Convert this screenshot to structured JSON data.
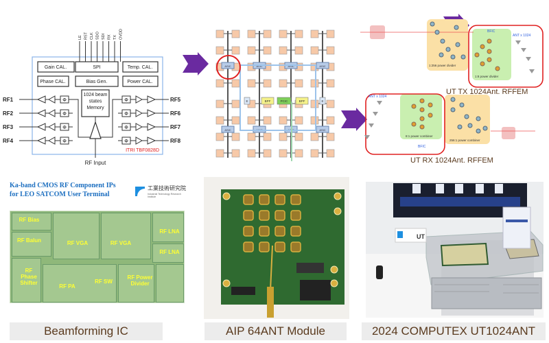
{
  "beamforming_ic_diagram": {
    "spi_pins": [
      "LE",
      "RST",
      "CLK",
      "SDO",
      "SDI",
      "RX",
      "TX",
      "OVDD"
    ],
    "blocks": {
      "gain_cal": "Gain CAL.",
      "spi": "SPI",
      "temp_cal": "Temp. CAL.",
      "phase_cal": "Phase CAL.",
      "bias_gen": "Bias Gen.",
      "power_cal": "Power CAL.",
      "memory": [
        "1024 beam",
        "states",
        "Memory"
      ]
    },
    "left_ports": [
      "RF1",
      "RF2",
      "RF3",
      "RF4"
    ],
    "right_ports": [
      "RF5",
      "RF6",
      "RF7",
      "RF8"
    ],
    "phase_symbol": "Φ",
    "part_number": "ITRI TBF0828D",
    "input_label": "RF Input"
  },
  "antenna_array_diagram": {
    "ic_label": "ASIC",
    "bpf_label": "BPF",
    "pcic_label": "PCIC",
    "e_label": "E"
  },
  "rffem_diagram": {
    "tx_title": "UT TX 1024Ant. RFFEM",
    "rx_title": "UT RX 1024Ant. RFFEM",
    "ant_label": "ANT x 1024",
    "bfic_label": "BFIC",
    "tx_divider_large": "1:256 power divider",
    "tx_divider_small": "1:8 power divider",
    "rx_combiner_small": "8:1 power combiner",
    "rx_combiner_large": "256:1 power combiner"
  },
  "chip_photo": {
    "title_line1": "Ka-band CMOS RF Component IPs",
    "title_line2": "for LEO SATCOM User Terminal",
    "org_name": "工業技術研究院",
    "org_sub": "Industrial Technology Research Institute",
    "blocks": [
      "RF Bias",
      "RF Balun",
      "RF VGA",
      "RF VGA",
      "RF LNA",
      "RF LNA",
      "RF Phase Shifter",
      "RF PA",
      "RF SW",
      "RF Power Divider"
    ],
    "caption": "Beamforming IC"
  },
  "module_photo": {
    "caption": "AIP 64ANT Module"
  },
  "computex_photo": {
    "booth_label": "UT",
    "caption": "2024 COMPUTEX UT1024ANT"
  },
  "colors": {
    "arrow": "#6a2aa0",
    "highlight": "#e02020",
    "caption_text": "#5a3a1e",
    "tile": "#f7c9a8"
  }
}
